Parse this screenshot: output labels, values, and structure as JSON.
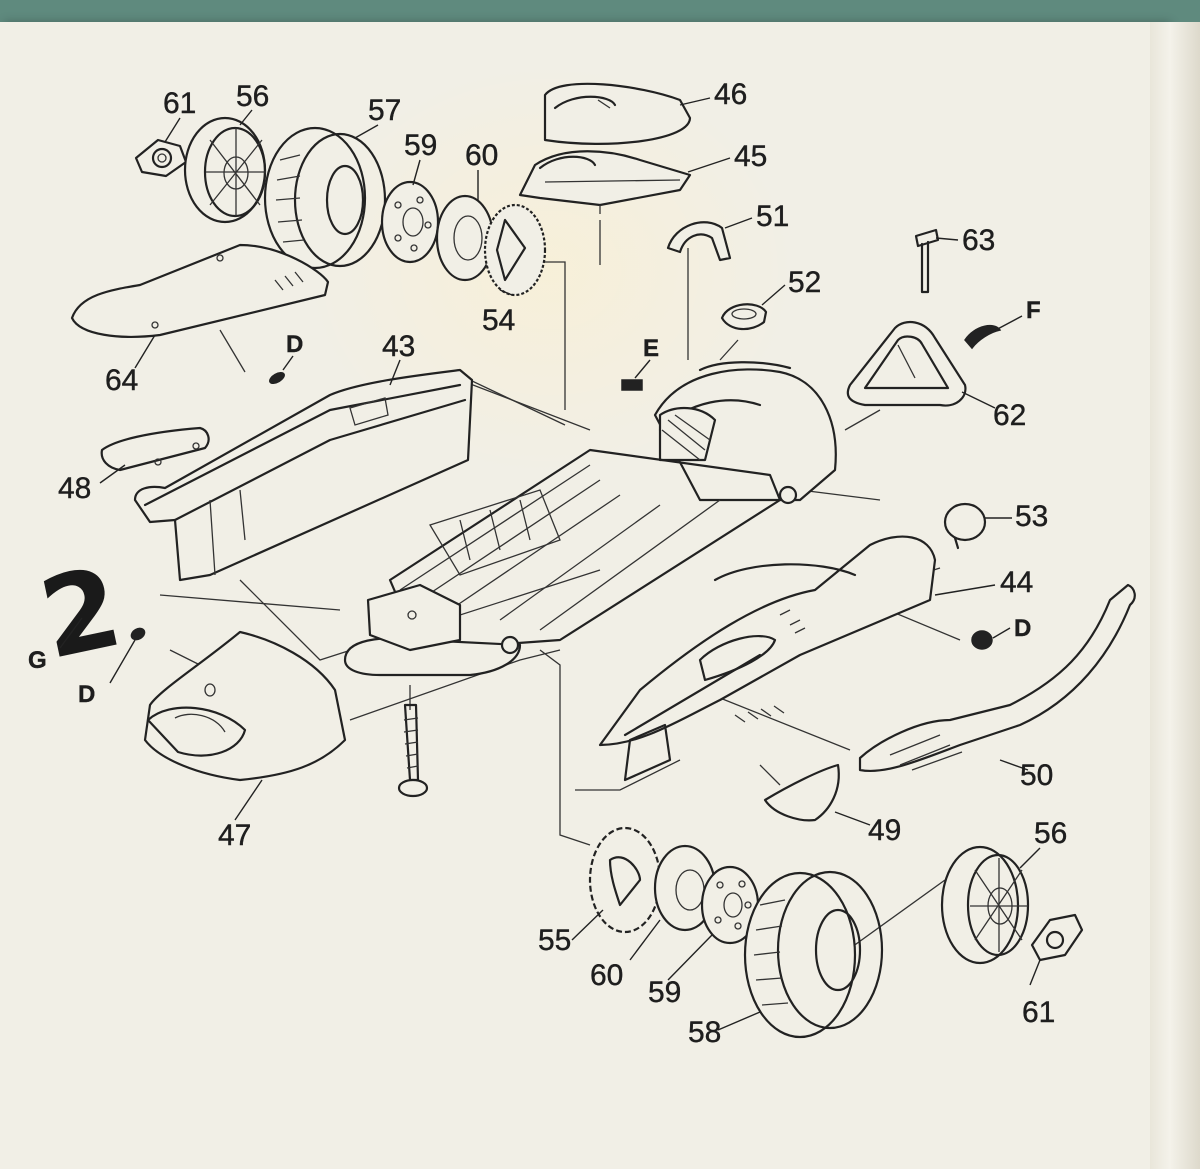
{
  "diagram": {
    "callouts": [
      {
        "id": "c61a",
        "text": "61"
      },
      {
        "id": "c56a",
        "text": "56"
      },
      {
        "id": "c57",
        "text": "57"
      },
      {
        "id": "c59a",
        "text": "59"
      },
      {
        "id": "c60a",
        "text": "60"
      },
      {
        "id": "c46",
        "text": "46"
      },
      {
        "id": "c45",
        "text": "45"
      },
      {
        "id": "c51",
        "text": "51"
      },
      {
        "id": "c63",
        "text": "63"
      },
      {
        "id": "c52",
        "text": "52"
      },
      {
        "id": "cF",
        "text": "F"
      },
      {
        "id": "c54",
        "text": "54"
      },
      {
        "id": "c64",
        "text": "64"
      },
      {
        "id": "cDa",
        "text": "D"
      },
      {
        "id": "c43",
        "text": "43"
      },
      {
        "id": "cE",
        "text": "E"
      },
      {
        "id": "c62",
        "text": "62"
      },
      {
        "id": "c48",
        "text": "48"
      },
      {
        "id": "c53",
        "text": "53"
      },
      {
        "id": "c44",
        "text": "44"
      },
      {
        "id": "cDb",
        "text": "D"
      },
      {
        "id": "cG",
        "text": "G"
      },
      {
        "id": "cDc",
        "text": "D"
      },
      {
        "id": "c50",
        "text": "50"
      },
      {
        "id": "c47",
        "text": "47"
      },
      {
        "id": "c49",
        "text": "49"
      },
      {
        "id": "c56b",
        "text": "56"
      },
      {
        "id": "c55",
        "text": "55"
      },
      {
        "id": "c60b",
        "text": "60"
      },
      {
        "id": "c59b",
        "text": "59"
      },
      {
        "id": "c61b",
        "text": "61"
      },
      {
        "id": "c58",
        "text": "58"
      }
    ],
    "decal_number": "2",
    "colors": {
      "paper": "#f1efe6",
      "ink": "#222222",
      "background": "#5f8a7e"
    }
  }
}
